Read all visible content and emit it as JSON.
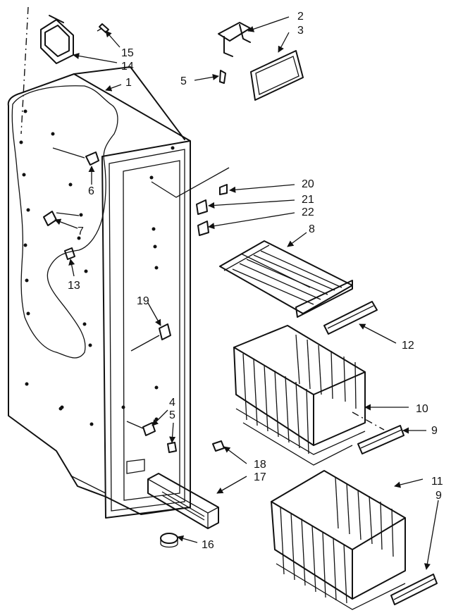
{
  "callouts": {
    "c1": "1",
    "c2": "2",
    "c3": "3",
    "c4": "4",
    "c5a": "5",
    "c5b": "5",
    "c6": "6",
    "c7": "7",
    "c8": "8",
    "c9a": "9",
    "c9b": "9",
    "c10": "10",
    "c11": "11",
    "c12": "12",
    "c13": "13",
    "c14": "14",
    "c15": "15",
    "c16": "16",
    "c17": "17",
    "c18": "18",
    "c19": "19",
    "c20": "20",
    "c21": "21",
    "c22": "22"
  }
}
